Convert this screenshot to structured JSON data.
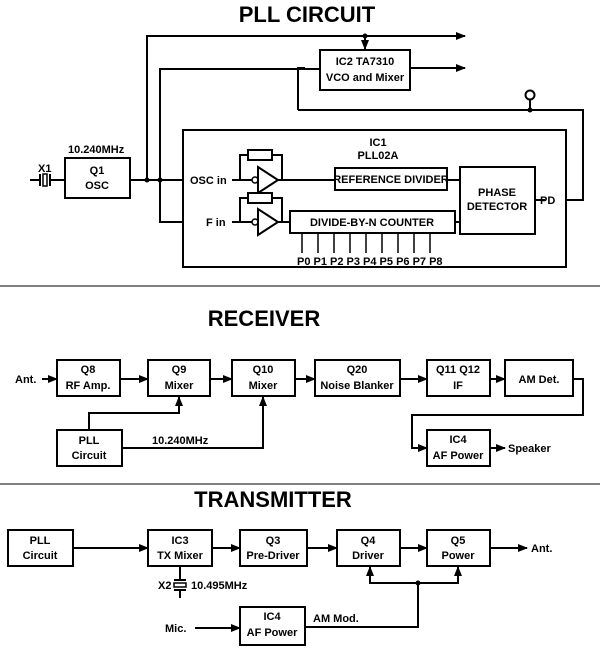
{
  "pll": {
    "title": "PLL CIRCUIT",
    "x1": "X1",
    "xtal_freq": "10.240MHz",
    "q1": {
      "name": "Q1",
      "func": "OSC"
    },
    "ic2": {
      "name": "IC2   TA7310",
      "func": "VCO and Mixer"
    },
    "ic1": {
      "name": "IC1",
      "part": "PLL02A"
    },
    "osc_in": "OSC in",
    "f_in": "F in",
    "ref_divider": "REFERENCE DIVIDER",
    "counter": "DIVIDE-BY-N COUNTER",
    "phase_detector": {
      "line1": "PHASE",
      "line2": "DETECTOR"
    },
    "pd": "PD",
    "pins": "P0 P1 P2 P3 P4 P5 P6 P7 P8"
  },
  "receiver": {
    "title": "RECEIVER",
    "ant": "Ant.",
    "q8": {
      "name": "Q8",
      "func": "RF Amp."
    },
    "q9": {
      "name": "Q9",
      "func": "Mixer"
    },
    "q10": {
      "name": "Q10",
      "func": "Mixer"
    },
    "q20": {
      "name": "Q20",
      "func": "Noise Blanker"
    },
    "if_stage": {
      "name": "Q11  Q12",
      "func": "IF"
    },
    "am_det": "AM Det.",
    "pll": {
      "line1": "PLL",
      "line2": "Circuit"
    },
    "pll_freq": "10.240MHz",
    "ic4": {
      "name": "IC4",
      "func": "AF Power"
    },
    "speaker": "Speaker"
  },
  "transmitter": {
    "title": "TRANSMITTER",
    "pll": {
      "line1": "PLL",
      "line2": "Circuit"
    },
    "ic3": {
      "name": "IC3",
      "func": "TX Mixer"
    },
    "q3": {
      "name": "Q3",
      "func": "Pre-Driver"
    },
    "q4": {
      "name": "Q4",
      "func": "Driver"
    },
    "q5": {
      "name": "Q5",
      "func": "Power"
    },
    "ant": "Ant.",
    "x2": "X2",
    "x2_freq": "10.495MHz",
    "mic": "Mic.",
    "ic4": {
      "name": "IC4",
      "func": "AF Power"
    },
    "am_mod": "AM Mod."
  }
}
